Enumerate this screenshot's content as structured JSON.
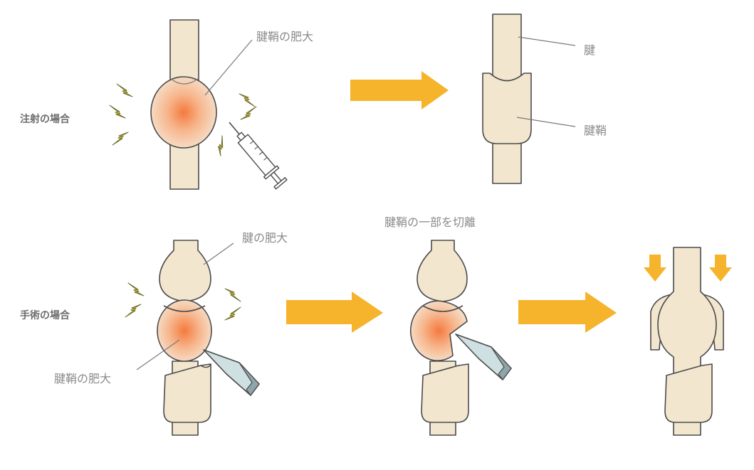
{
  "rows": {
    "injection_label": "注射の場合",
    "surgery_label": "手術の場合"
  },
  "callouts": {
    "sheath_swelling_top": "腱鞘の肥大",
    "tendon": "腱",
    "sheath": "腱鞘",
    "tendon_swelling": "腱の肥大",
    "partial_cut": "腱鞘の一部を切離",
    "sheath_swelling_bottom": "腱鞘の肥大"
  },
  "colors": {
    "arrow": "#f5b42b",
    "tissue": "#f3e6cf",
    "inflammation": "#f58a4e",
    "zap": "#f4d623"
  },
  "icons": [
    "lightning-bolt-icon",
    "syringe-icon",
    "scalpel-icon",
    "arrow-right-icon",
    "arrow-down-icon"
  ]
}
